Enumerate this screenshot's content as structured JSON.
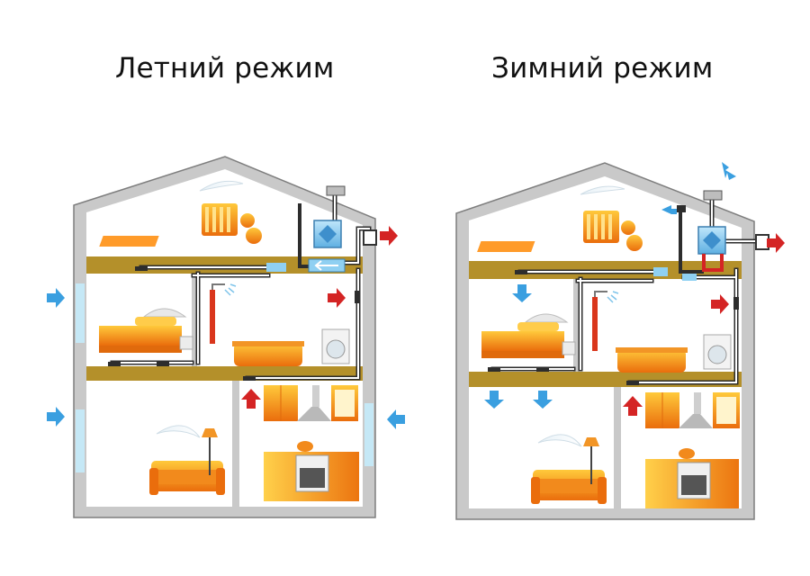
{
  "titles": {
    "summer": "Летний режим",
    "winter": "Зимний режим"
  },
  "colors": {
    "wall": "#c8c8c8",
    "wall_edge": "#7d7d7d",
    "floor_beam": "#b5902a",
    "inside": "#ffffff",
    "duct": "#2f2f2f",
    "duct_inner": "#ffffff",
    "fresh_air_arrow": "#3a9fe0",
    "exhaust_arrow": "#d42424",
    "window_glass": "#bfe3f5",
    "furniture_main": "#f59a12",
    "furniture_dark": "#e26a0a",
    "furniture_light": "#ffd35c",
    "unit_blue": "#7fc4ea"
  },
  "houses": [
    {
      "id": "summer",
      "mode_title": "Летний режим"
    },
    {
      "id": "winter",
      "mode_title": "Зимний режим"
    }
  ]
}
